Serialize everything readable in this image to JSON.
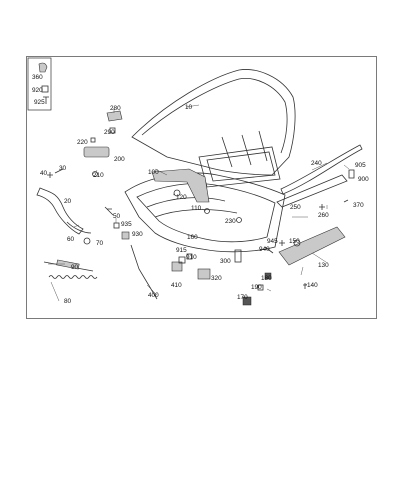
{
  "diagram": {
    "callouts": {
      "c10": "10",
      "c20": "20",
      "c30": "30",
      "c40": "40",
      "c50": "50",
      "c60": "60",
      "c70": "70",
      "c80": "80",
      "c90": "90",
      "c100": "100",
      "c110": "110",
      "c120": "120",
      "c130": "130",
      "c140": "140",
      "c150": "150",
      "c160": "160",
      "c170": "170",
      "c180": "180",
      "c190": "190",
      "c200": "200",
      "c210": "210",
      "c220": "220",
      "c230": "230",
      "c240": "240",
      "c250": "250",
      "c260": "260",
      "c280": "280",
      "c290": "290",
      "c300": "300",
      "c320": "320",
      "c360": "360",
      "c370": "370",
      "c400": "400",
      "c410": "410",
      "c900": "900",
      "c905": "905",
      "c910": "910",
      "c915": "915",
      "c920": "920",
      "c925": "925",
      "c930": "930",
      "c935": "935",
      "c940": "940",
      "c945": "945"
    }
  }
}
